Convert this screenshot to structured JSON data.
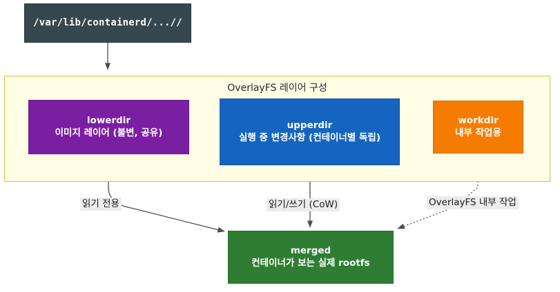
{
  "diagram": {
    "title_node": {
      "label": "/var/lib/containerd/...//"
    },
    "group": {
      "title": "OverlayFS 레이어 구성",
      "bg_color": "#fffde3",
      "border_color": "#cfc24a"
    },
    "nodes": [
      {
        "id": "lowerdir",
        "title": "lowerdir",
        "subtitle": "이미지 레이어 (불변, 공유)",
        "color": "#7b1fa2"
      },
      {
        "id": "upperdir",
        "title": "upperdir",
        "subtitle": "실행 중 변경사항 (컨테이너별 독립)",
        "color": "#1565c0"
      },
      {
        "id": "workdir",
        "title": "workdir",
        "subtitle": "내부 작업용",
        "color": "#f57c00"
      },
      {
        "id": "merged",
        "title": "merged",
        "subtitle": "컨테이너가 보는 실제 rootfs",
        "color": "#2e7d32"
      }
    ],
    "edges": [
      {
        "id": "rootpath-to-group",
        "label": "",
        "style": "solid"
      },
      {
        "id": "lowerdir-to-merged",
        "label": "읽기 전용",
        "style": "solid"
      },
      {
        "id": "upperdir-to-merged",
        "label": "읽기/쓰기 (CoW)",
        "style": "solid"
      },
      {
        "id": "workdir-to-merged",
        "label": "OverlayFS 내부 작업",
        "style": "dotted"
      }
    ],
    "colors": {
      "root_node": "#37474f",
      "edge": "#4d4d4d",
      "label_bg": "#ececec",
      "canvas": "#ffffff"
    }
  }
}
